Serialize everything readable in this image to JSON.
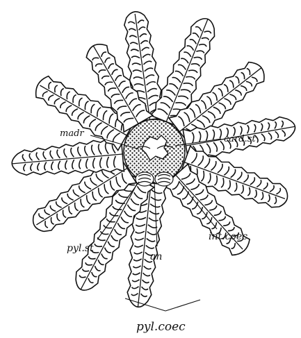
{
  "labels": {
    "madr": "madr",
    "card_st": "card.st",
    "int_coec": "int.coec",
    "pyl_st": "pyl.st",
    "an": "an",
    "pyl_coec": "pyl.coec"
  },
  "colors": {
    "ink": "#111111",
    "paper": "#ffffff"
  }
}
